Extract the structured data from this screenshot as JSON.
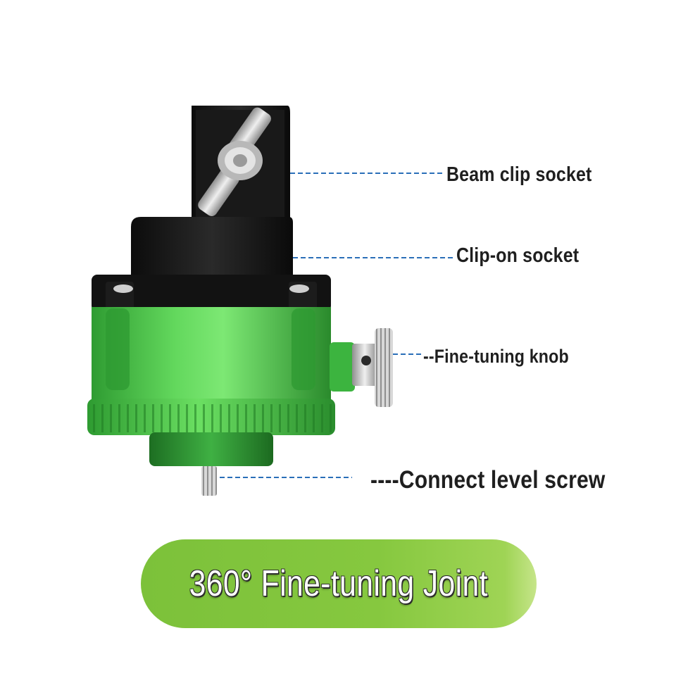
{
  "labels": {
    "beam_clip_socket": "Beam clip socket",
    "clip_on_socket": "Clip-on socket",
    "fine_tuning_knob": "--Fine-tuning knob",
    "connect_level_screw": "----Connect level screw"
  },
  "banner": {
    "title": "360° Fine-tuning Joint"
  },
  "colors": {
    "body_green": "#5fd35a",
    "banner_green": "#86c83f",
    "leader_blue": "#2a6fb8",
    "clamp_black": "#151515",
    "metal": "#c9c9c9"
  }
}
